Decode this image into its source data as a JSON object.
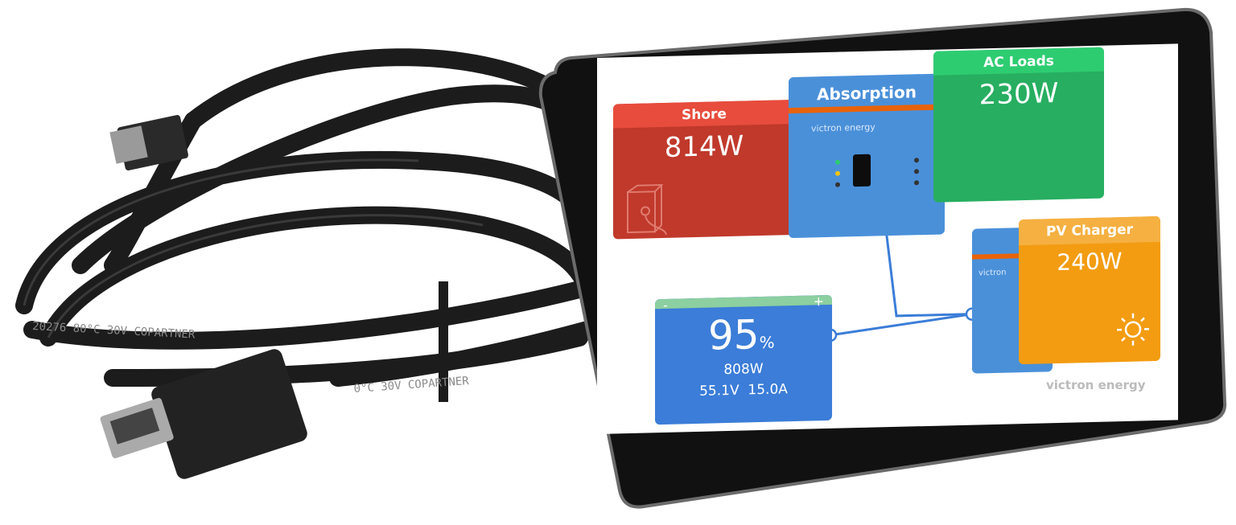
{
  "shore": {
    "title": "Shore",
    "power": "814W"
  },
  "inverter": {
    "state": "Absorption",
    "brand": "victron energy"
  },
  "ac_loads": {
    "title": "AC Loads",
    "power": "230W"
  },
  "battery": {
    "soc": "95",
    "soc_unit": "%",
    "power": "808W",
    "voltage": "55.1V",
    "current": "15.0A",
    "plus": "+",
    "minus": "-"
  },
  "pv_charger": {
    "title": "PV Charger",
    "power": "240W",
    "brand_partial": "victron"
  },
  "device_brand": "victron energy",
  "cable_print": {
    "line1": "20276   80°C   30V   COPARTNER",
    "line2": "0°C   30V   COPARTNER"
  },
  "colors": {
    "shore": "#c0392b",
    "ac_loads": "#27ae60",
    "inverter": "#4a90d9",
    "battery": "#3b7dd8",
    "pv": "#f39c12",
    "accent_orange": "#e8630a"
  }
}
